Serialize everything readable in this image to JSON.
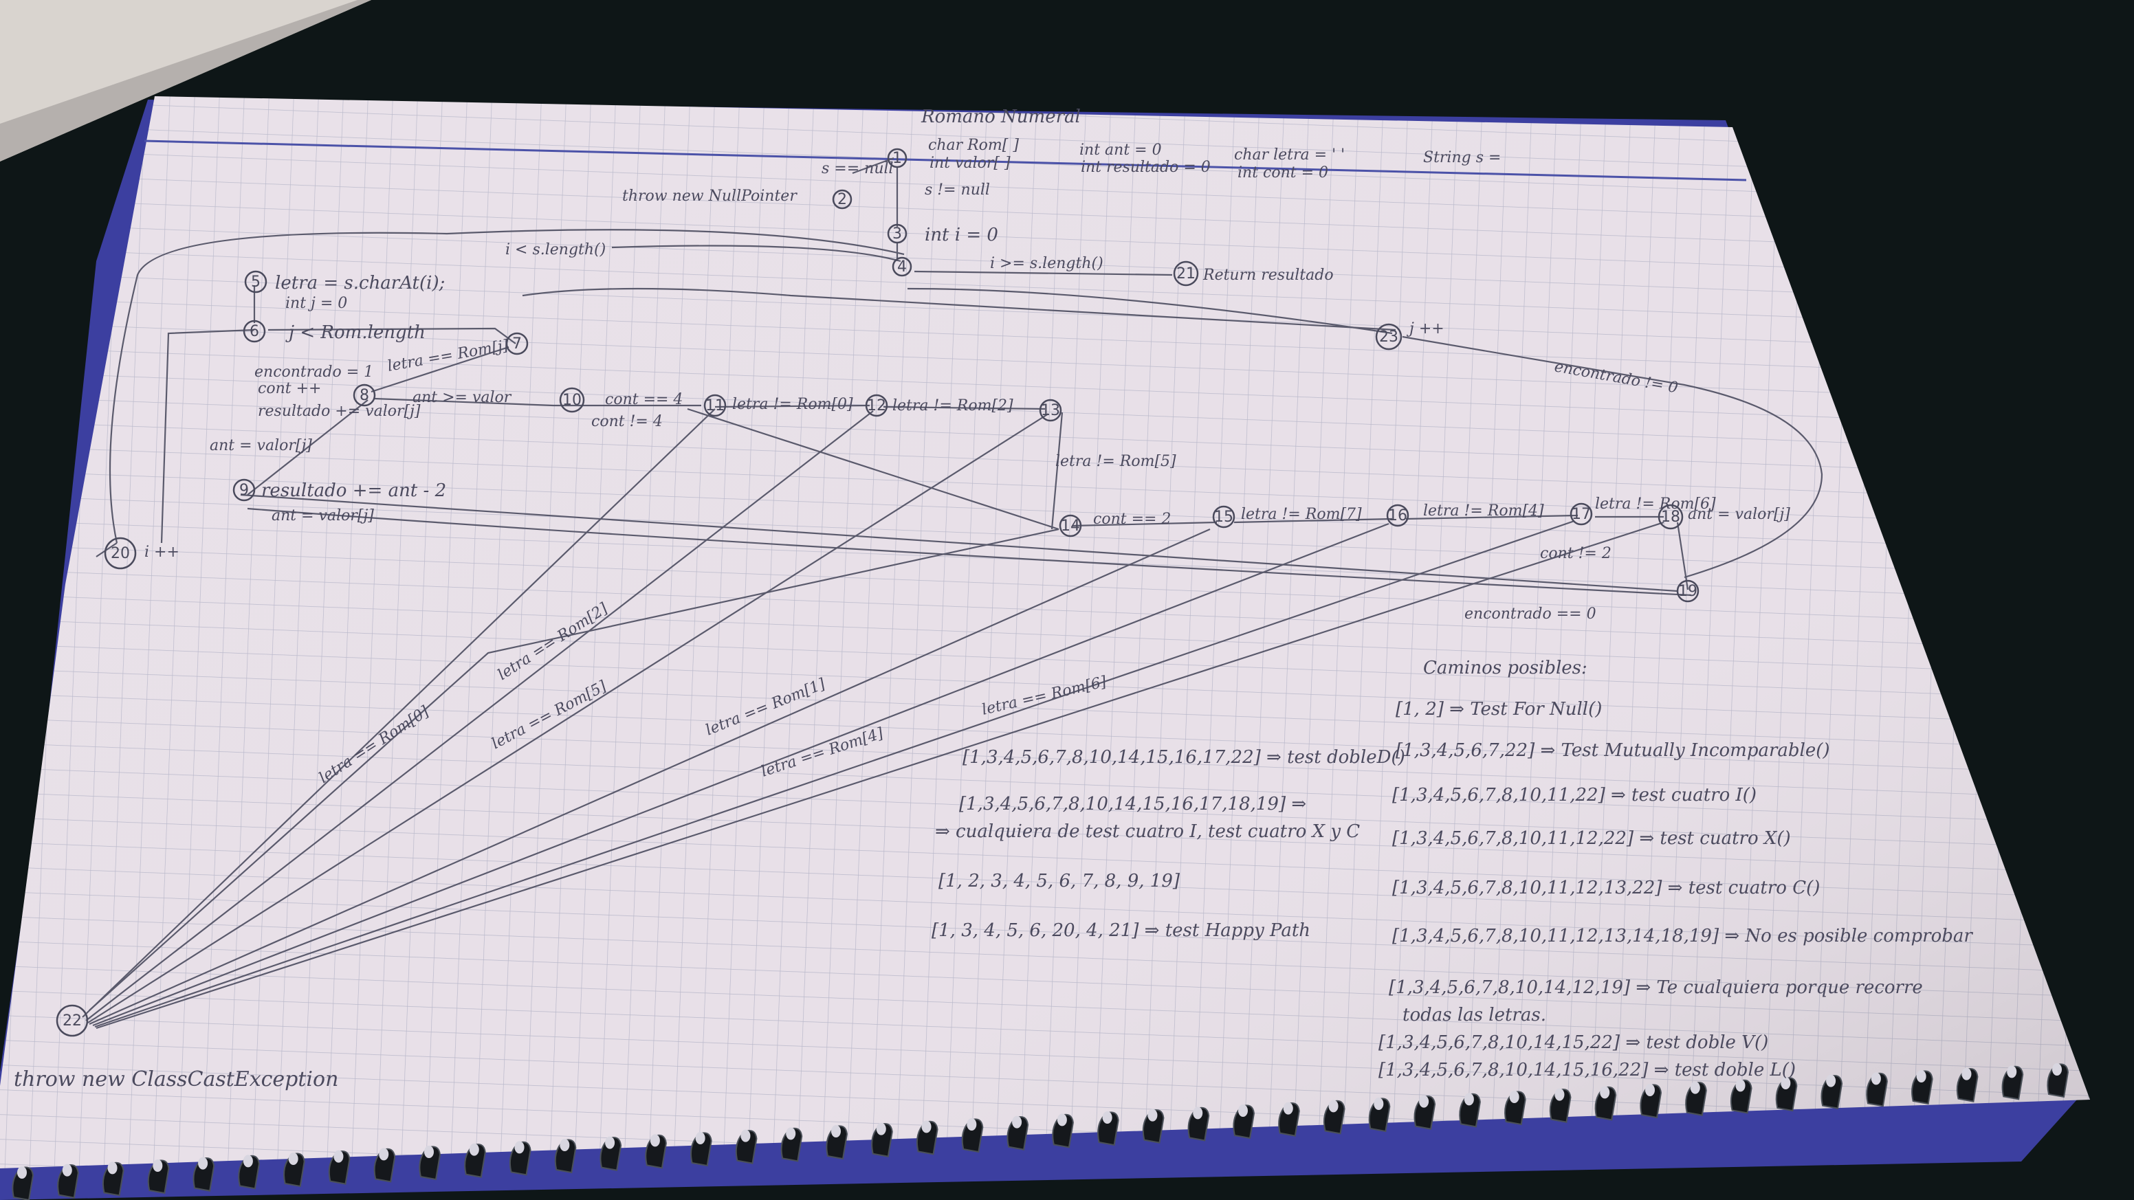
{
  "photo": {
    "subject": "notebook",
    "colors": {
      "background": "#0d1516",
      "paper": "#e7dfe6",
      "grid": "#b7b7c8",
      "pencil": "#4a4a5c",
      "margin_line": "#4b52a8",
      "spiral": "#15181c"
    }
  },
  "header": {
    "title": "Romano Numeral",
    "declarations": [
      "char Rom[ ]",
      "int valor[ ]",
      "int ant = 0",
      "int resultado = 0",
      "char letra = ' '",
      "int cont = 0",
      "String s ="
    ]
  },
  "graph": {
    "nodes": [
      {
        "id": "n1",
        "label": "1"
      },
      {
        "id": "n2",
        "label": "2"
      },
      {
        "id": "n3",
        "label": "3"
      },
      {
        "id": "n4",
        "label": "4"
      },
      {
        "id": "n5",
        "label": "5"
      },
      {
        "id": "n6",
        "label": "6"
      },
      {
        "id": "n7",
        "label": "7"
      },
      {
        "id": "n8",
        "label": "8"
      },
      {
        "id": "n9",
        "label": "9"
      },
      {
        "id": "n10",
        "label": "10"
      },
      {
        "id": "n11",
        "label": "11"
      },
      {
        "id": "n12",
        "label": "12"
      },
      {
        "id": "n13",
        "label": "13"
      },
      {
        "id": "n14",
        "label": "14"
      },
      {
        "id": "n15",
        "label": "15"
      },
      {
        "id": "n16",
        "label": "16"
      },
      {
        "id": "n17",
        "label": "17"
      },
      {
        "id": "n18",
        "label": "18"
      },
      {
        "id": "n19",
        "label": "19"
      },
      {
        "id": "n20",
        "label": "20"
      },
      {
        "id": "n21",
        "label": "21"
      },
      {
        "id": "n22",
        "label": "22"
      },
      {
        "id": "n23",
        "label": "23"
      }
    ],
    "labels": {
      "s_null": "s == null",
      "throw_null": "throw new NullPointer",
      "s_not_null": "s != null",
      "init_i": "int i = 0",
      "loop_cond": "i < s.length()",
      "loop_exit": "i >= s.length()",
      "return": "Return resultado",
      "letra": "letra = s.charAt(i);",
      "init_j": "int j = 0",
      "j_cond": "j < Rom.length",
      "letra_eq": "letra == Rom[j]",
      "encontrado": "encontrado = 1",
      "cont_inc": "cont ++",
      "resultado_add": "resultado += valor[j]",
      "ant_valor": "ant = valor[j]",
      "ant_gt": "ant >= valor",
      "ant_eq_valor": "ant = valor[j]",
      "res_sub": "resultado += ant - 2",
      "ant_eq_valor2": "ant = valor[j]",
      "cont4": "cont == 4",
      "cont_ne4": "cont != 4",
      "letra_rom0": "letra != Rom[0]",
      "letra_rom2": "letra != Rom[2]",
      "letra_rom5": "letra != Rom[5]",
      "cont2": "cont == 2",
      "letra_rom7": "letra != Rom[7]",
      "letra_rom4": "letra != Rom[4]",
      "letra_rom6": "letra != Rom[6]",
      "ant_valor2": "ant = valor[j]",
      "cont_ne2": "cont != 2",
      "encontrado_ne0": "encontrado != 0",
      "encontrado_eq0": "encontrado == 0",
      "i_inc": "i ++",
      "j_inc": "j ++",
      "rom0": "letra == Rom[0]",
      "rom2": "letra == Rom[2]",
      "rom5": "letra == Rom[5]",
      "rom1": "letra == Rom[1]",
      "rom4": "letra == Rom[4]",
      "rom6": "letra == Rom[6]",
      "throw_class": "throw new ClassCastException"
    }
  },
  "paths_left": [
    "[1,3,4,5,6,7,8,10,14,15,16,17,22] ⇒ test dobleD()",
    "[1,3,4,5,6,7,8,10,14,15,16,17,18,19] ⇒",
    "⇒ cualquiera de test cuatro I, test cuatro X y C",
    "[1, 2, 3, 4, 5, 6, 7, 8, 9, 19]",
    "[1, 3, 4, 5, 6, 20, 4, 21] ⇒ test Happy Path"
  ],
  "paths_right": {
    "title": "Caminos posibles:",
    "items": [
      "[1, 2] ⇒ Test For Null()",
      "[1,3,4,5,6,7,22] ⇒ Test Mutually Incomparable()",
      "[1,3,4,5,6,7,8,10,11,22] ⇒ test cuatro I()",
      "[1,3,4,5,6,7,8,10,11,12,22] ⇒ test cuatro X()",
      "[1,3,4,5,6,7,8,10,11,12,13,22] ⇒ test cuatro C()",
      "[1,3,4,5,6,7,8,10,11,12,13,14,18,19] ⇒ No es posible comprobar",
      "[1,3,4,5,6,7,8,10,14,12,19] ⇒ Te cualquiera porque recorre",
      "todas las letras.",
      "[1,3,4,5,6,7,8,10,14,15,22] ⇒ test doble V()",
      "[1,3,4,5,6,7,8,10,14,15,16,22] ⇒ test doble L()"
    ]
  }
}
